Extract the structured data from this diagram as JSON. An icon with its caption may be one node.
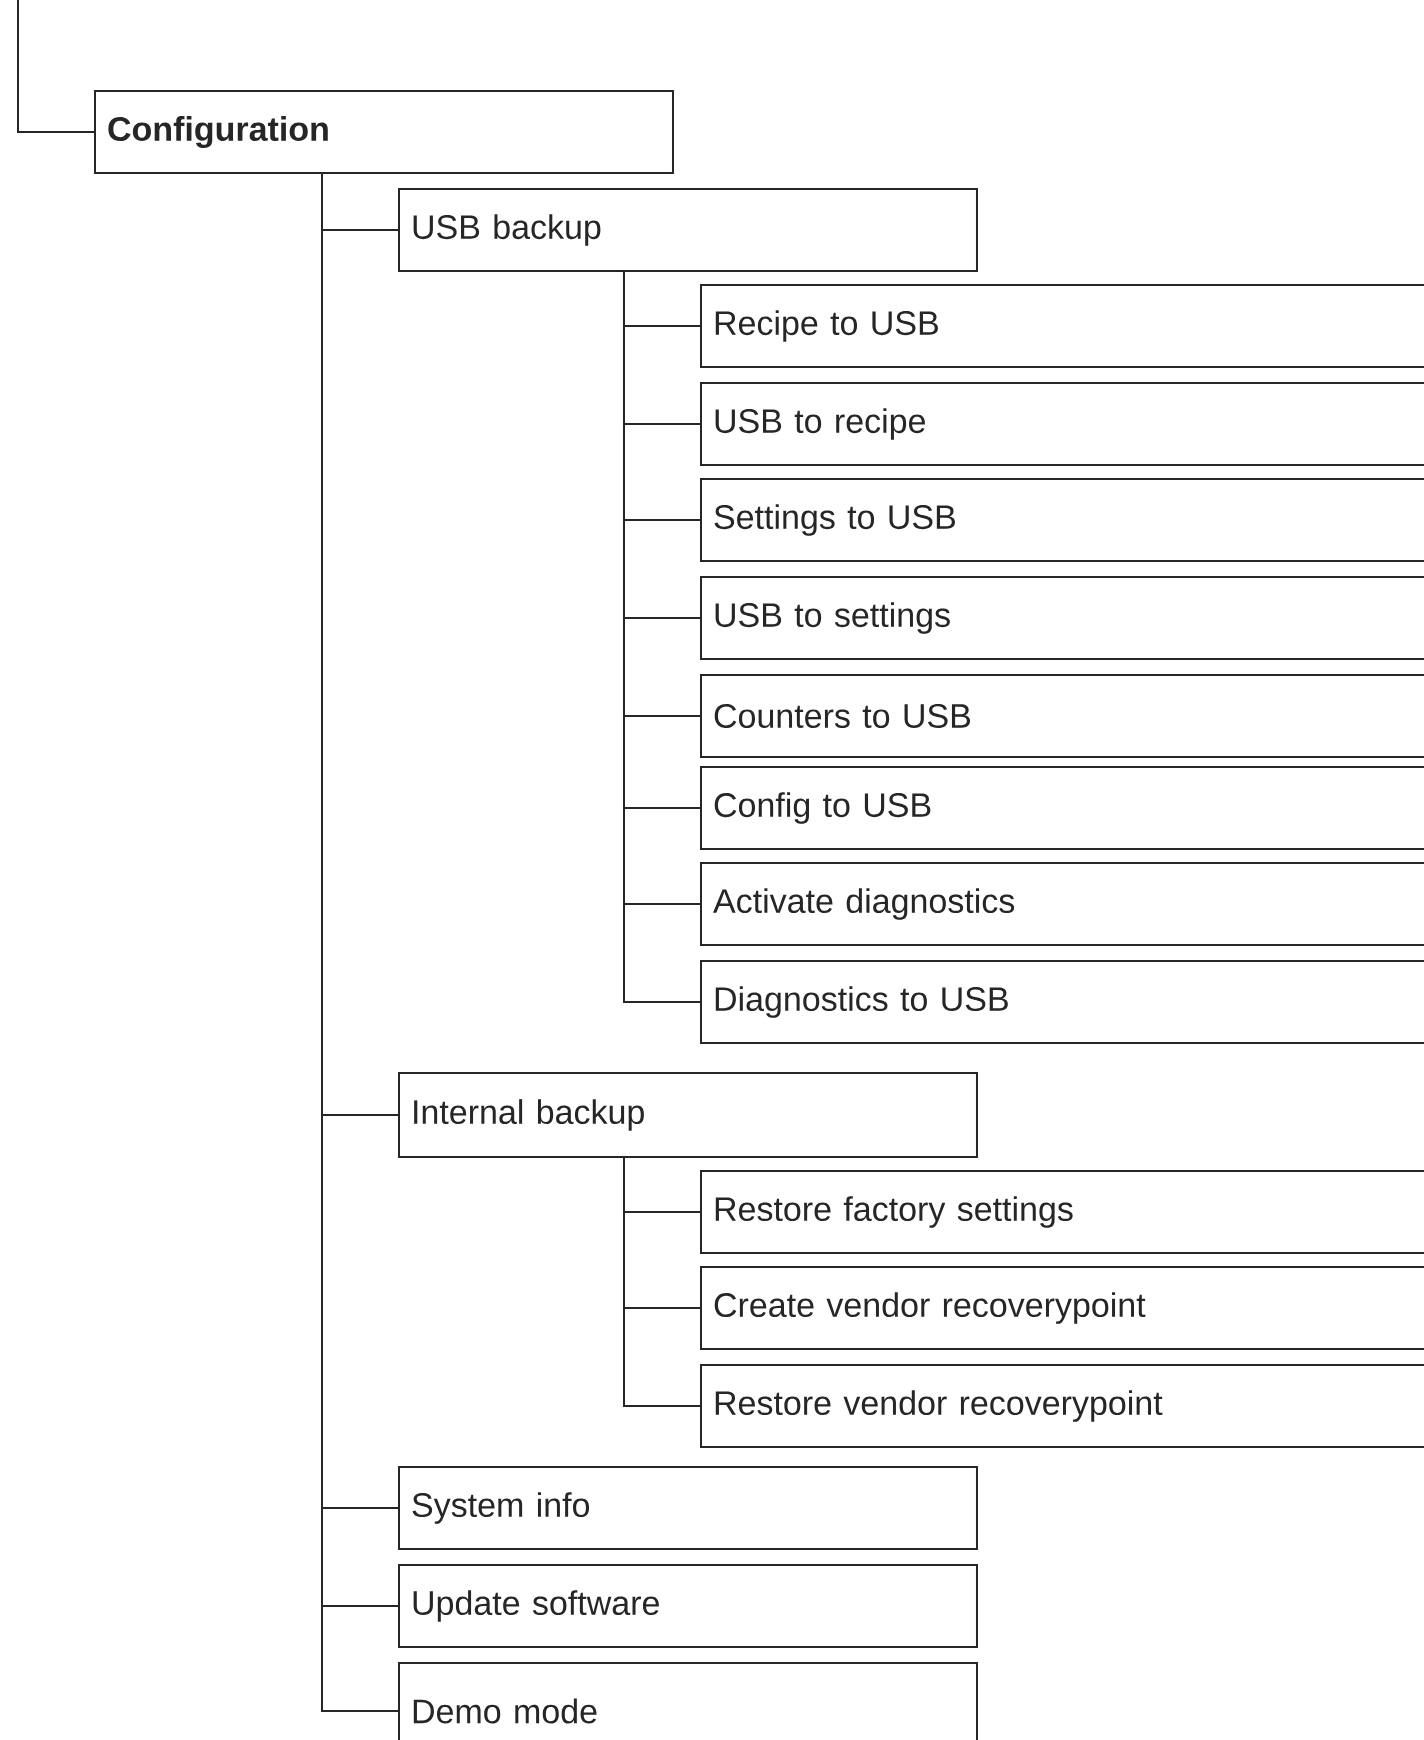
{
  "diagram": {
    "nodes": [
      {
        "text": [
          "Configuration"
        ]
      },
      {
        "text": [
          "USB backup"
        ]
      },
      {
        "text": [
          "Recipe to USB"
        ]
      },
      {
        "text": [
          "USB to recipe"
        ]
      },
      {
        "text": [
          "Settings to USB"
        ]
      },
      {
        "text": [
          "USB to settings"
        ]
      },
      {
        "text": [
          "Counters to USB"
        ]
      },
      {
        "text": [
          "Config to USB"
        ]
      },
      {
        "text": [
          "Activate diagnostics"
        ]
      },
      {
        "text": [
          "Diagnostics to USB"
        ]
      },
      {
        "text": [
          "Internal backup"
        ]
      },
      {
        "text": [
          "Restore factory settings"
        ]
      },
      {
        "text": [
          "Create vendor recoverypoint"
        ]
      },
      {
        "text": [
          "Restore vendor recoverypoint"
        ]
      },
      {
        "text": [
          "System info"
        ]
      },
      {
        "text": [
          "Update software"
        ]
      },
      {
        "text": [
          "Demo mode"
        ]
      }
    ],
    "edges": [
      {
        "from": null,
        "to": 0,
        "arrow": "none"
      },
      {
        "from": 0,
        "to": 1,
        "arrow": "none"
      },
      {
        "from": 1,
        "to": 2,
        "arrow": "none"
      },
      {
        "from": 1,
        "to": 3,
        "arrow": "none"
      },
      {
        "from": 1,
        "to": 4,
        "arrow": "none"
      },
      {
        "from": 1,
        "to": 5,
        "arrow": "none"
      },
      {
        "from": 1,
        "to": 6,
        "arrow": "none"
      },
      {
        "from": 1,
        "to": 7,
        "arrow": "none"
      },
      {
        "from": 1,
        "to": 8,
        "arrow": "none"
      },
      {
        "from": 1,
        "to": 9,
        "arrow": "none"
      },
      {
        "from": 0,
        "to": 10,
        "arrow": "none"
      },
      {
        "from": 10,
        "to": 11,
        "arrow": "none"
      },
      {
        "from": 10,
        "to": 12,
        "arrow": "none"
      },
      {
        "from": 10,
        "to": 13,
        "arrow": "none"
      },
      {
        "from": 0,
        "to": 14,
        "arrow": "none"
      },
      {
        "from": 0,
        "to": 15,
        "arrow": "none"
      },
      {
        "from": 0,
        "to": 16,
        "arrow": "none"
      }
    ]
  }
}
